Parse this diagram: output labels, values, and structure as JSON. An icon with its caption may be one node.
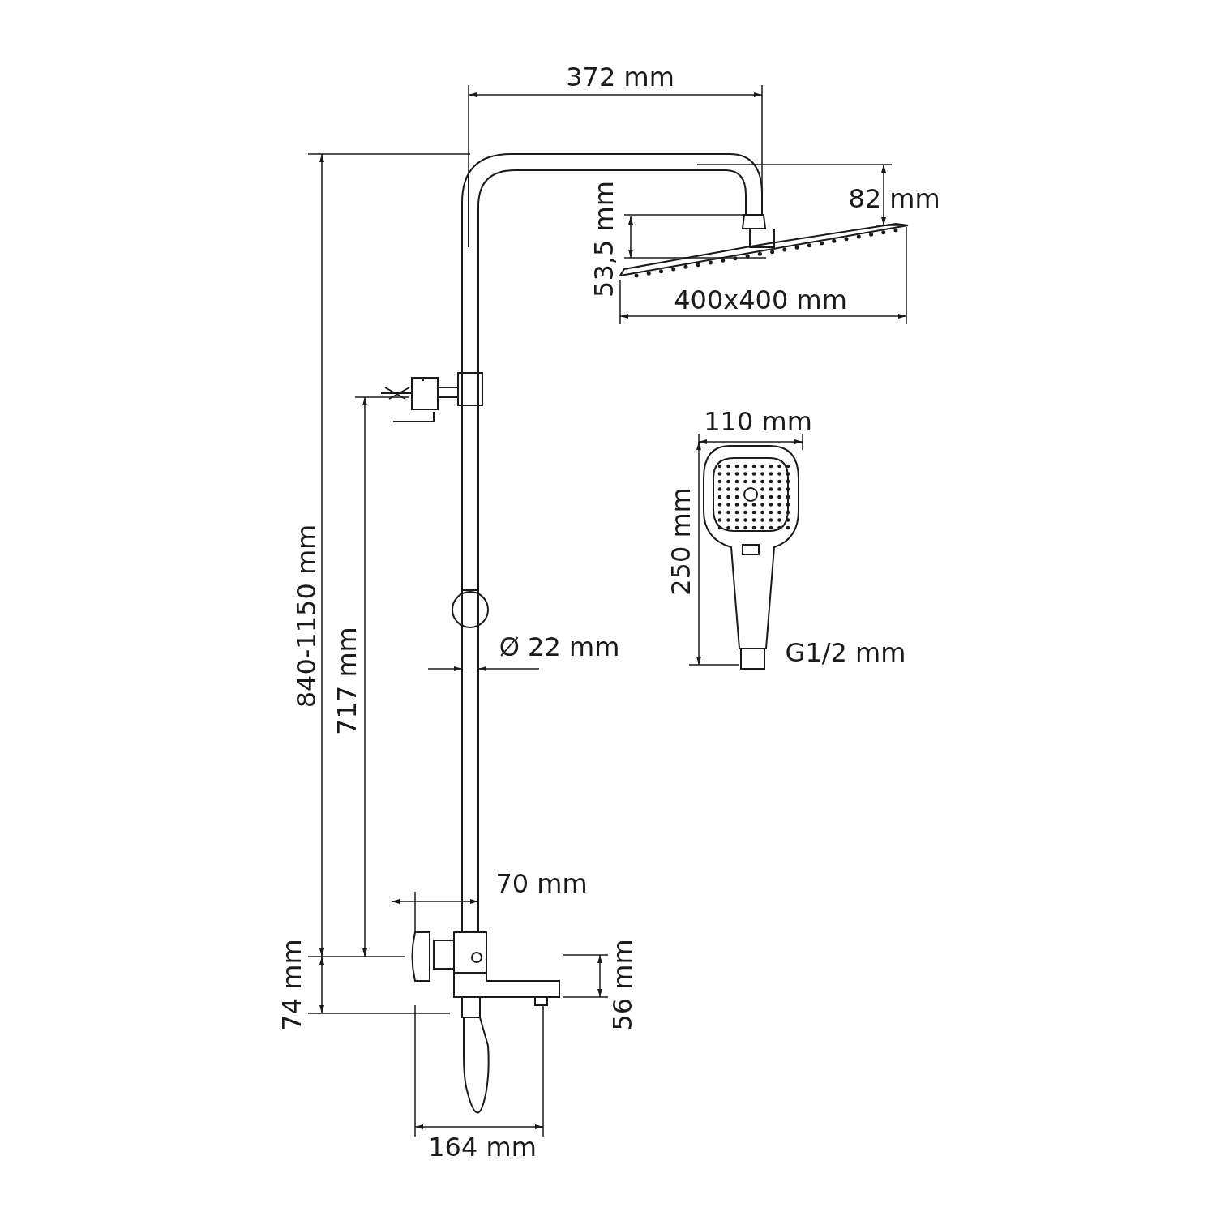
{
  "diagram": {
    "labels": [
      "372 mm",
      "82 mm",
      "53,5 mm",
      "400x400 mm",
      "110 mm",
      "250 mm",
      "G1/2 mm",
      "840-1150 mm",
      "717 mm",
      "Ø 22 mm",
      "70 mm",
      "74 mm",
      "56 mm",
      "164 mm"
    ]
  }
}
